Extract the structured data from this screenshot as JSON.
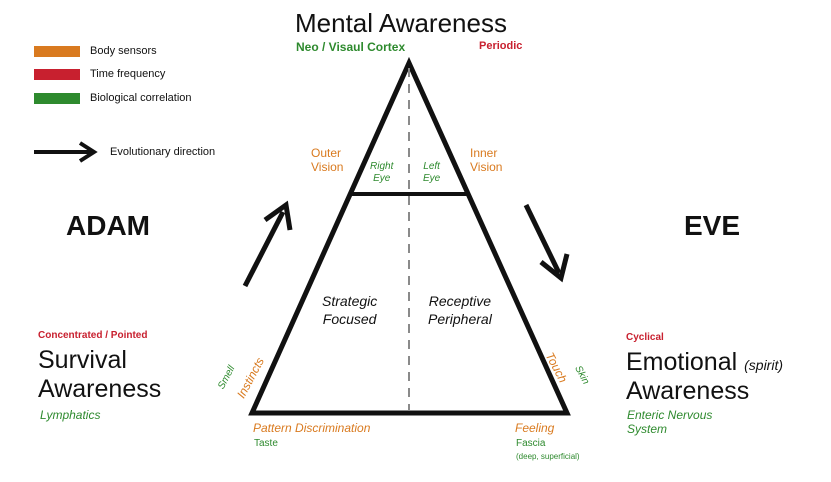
{
  "legend": [
    {
      "label": "Body sensors",
      "color": "#d97a1f"
    },
    {
      "label": "Time frequency",
      "color": "#c8202f"
    },
    {
      "label": "Biological correlation",
      "color": "#2e8a2e"
    }
  ],
  "evolution_label": "Evolutionary direction",
  "top": {
    "title": "Mental Awareness",
    "subtitle": "Neo / Visaul Cortex",
    "time": "Periodic"
  },
  "left_side": "ADAM",
  "right_side": "EVE",
  "apex": {
    "outer_vision": [
      "Outer",
      "Vision"
    ],
    "inner_vision": [
      "Inner",
      "Vision"
    ],
    "right_eye": [
      "Right",
      "Eye"
    ],
    "left_eye": [
      "Left",
      "Eye"
    ]
  },
  "middle": {
    "left": [
      "Strategic",
      "Focused"
    ],
    "right": [
      "Receptive",
      "Peripheral"
    ]
  },
  "left_edge": {
    "smell": "Smell",
    "instincts": "Instincts"
  },
  "right_edge": {
    "skin": "Skin",
    "touch": "Touch"
  },
  "base": {
    "pattern": "Pattern Discrimination",
    "taste": "Taste",
    "feeling": "Feeling",
    "fascia": "Fascia",
    "fascia_note": "(deep, superficial)"
  },
  "survival": {
    "time": "Concentrated / Pointed",
    "line1": "Survival",
    "line2": "Awareness",
    "bio": "Lymphatics"
  },
  "emotional": {
    "time": "Cyclical",
    "line1": "Emotional",
    "spirit": "(spirit)",
    "line2": "Awareness",
    "bio1": "Enteric Nervous",
    "bio2": "System"
  },
  "colors": {
    "body_sensors": "#d97a1f",
    "time_frequency": "#c8202f",
    "biological": "#2e8a2e"
  }
}
